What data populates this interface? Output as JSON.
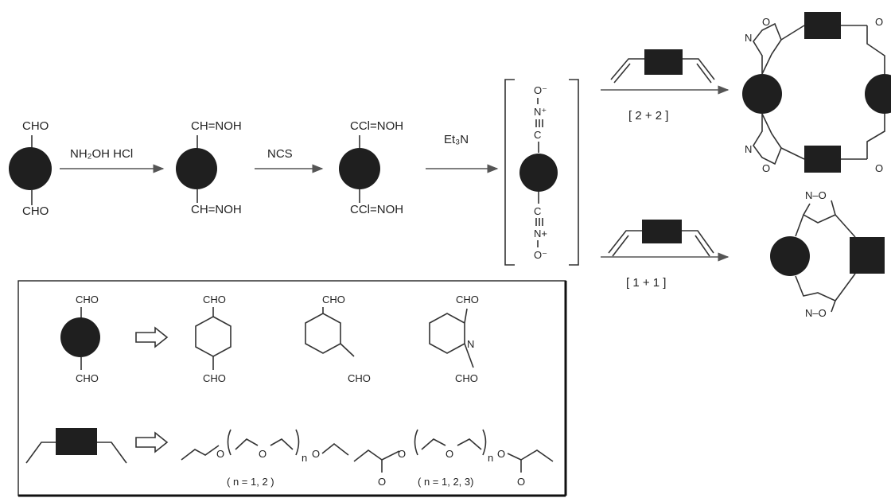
{
  "step_labels": {
    "step1": "NH₂OH HCl",
    "step2": "NCS",
    "step3": "Et₃N",
    "dimer": "[ 2 + 2 ]",
    "monomer": "[ 1 + 1 ]"
  },
  "groups": {
    "cho": "CHO",
    "oxime": "CH=NOH",
    "chloro_oxime": "CCl=NOH"
  },
  "nitrile_oxide": {
    "o_minus_top": "O⁻",
    "n_plus_top": "N⁺",
    "c_top": "C",
    "c_bottom": "C",
    "n_plus_bottom": "N+",
    "o_minus_bottom": "O⁻"
  },
  "isoxazoline": {
    "o": "O",
    "n": "N",
    "no": "N–O",
    "no_rev": "N–O"
  },
  "legend": {
    "aldehyde_1": "CHO",
    "aldehyde_2": "CHO",
    "pyridine_n": "N",
    "n_sub": "n",
    "ether_cond": "( n = 1, 2 )",
    "ester_cond": "( n = 1, 2, 3)",
    "o": "O"
  }
}
